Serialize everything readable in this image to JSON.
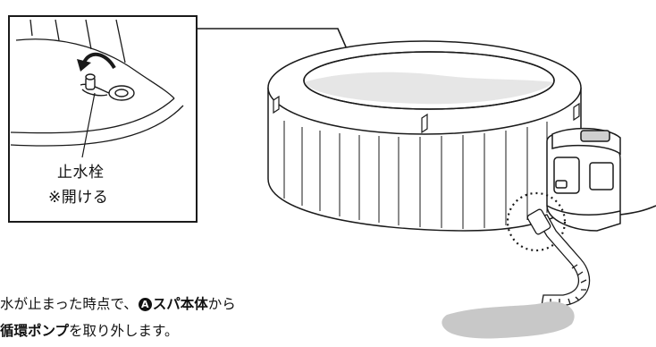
{
  "inset": {
    "label_line1": "止水栓",
    "label_line2": "※開ける"
  },
  "note": {
    "line1_before": "水が止まった時点で、",
    "marker": "A",
    "line1_bold": "スパ本体",
    "line1_after": "から",
    "line2_bold": "循環ポンプ",
    "line2_after": "を取り外します。"
  },
  "colors": {
    "line": "#1a1a1a",
    "water": "#c8c8c8",
    "spa_shadow": "#e6e6e6"
  }
}
